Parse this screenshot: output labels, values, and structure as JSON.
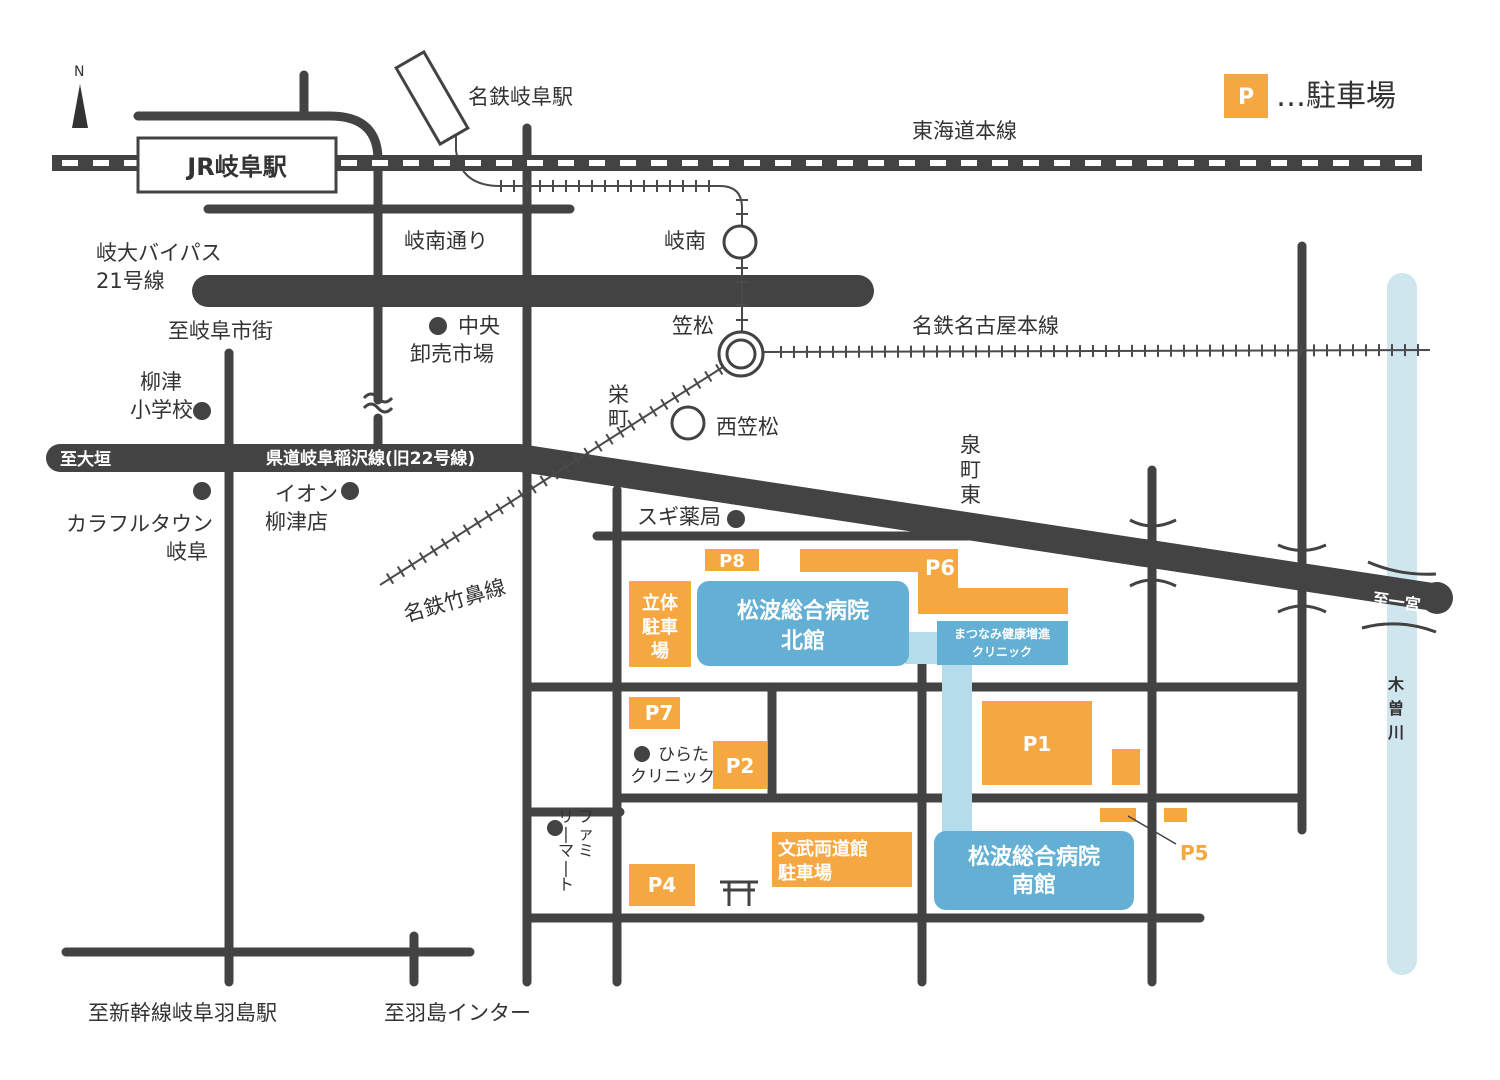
{
  "north": "N",
  "legend": {
    "badge": "P",
    "text": "…駐車場"
  },
  "stations": {
    "jr_gifu": "JR岐阜駅",
    "meitetsu_gifu": "名鉄岐阜駅",
    "ginan": "岐南",
    "kasamatsu": "笠松",
    "nishi_kasamatsu": "西笠松",
    "sakaemachi": "栄\n町"
  },
  "rail_lines": {
    "tokaido": "東海道本線",
    "nagoya_honsen": "名鉄名古屋本線",
    "takehana": "名鉄竹鼻線"
  },
  "roads": {
    "ginan_dori": "岐南通り",
    "bypass": "岐大バイパス\n21号線",
    "to_gifu_city": "至岐阜市街",
    "to_ogaki": "至大垣",
    "prefectural": "県道岐阜稲沢線(旧22号線)",
    "to_ichinomiya": "至一宮",
    "to_shinkansen": "至新幹線岐阜羽島駅",
    "to_hashima_ic": "至羽島インター",
    "izumimachi_higashi": "泉\n町\n東"
  },
  "landmarks": {
    "market": "中央\n卸売市場",
    "school": "柳津\n小学校",
    "colorful_town": "カラフルタウン\n岐阜",
    "aeon": "イオン\n柳津店",
    "sugi": "スギ薬局",
    "hirata": "ひらた\nクリニック",
    "family_mart": "ファミリーマート",
    "river": "木\n曽\n川"
  },
  "buildings": {
    "north": "松波総合病院\n北館",
    "south": "松波総合病院\n南館",
    "clinic": "まつなみ健康増進\nクリニック"
  },
  "parking": {
    "p1": "P1",
    "p2": "P2",
    "p4": "P4",
    "p5": "P5",
    "p6": "P6",
    "p7": "P7",
    "p8": "P8",
    "multistory": "立体\n駐車\n場",
    "bunbu": "文武両道館\n駐車場"
  },
  "colors": {
    "road": "#434343",
    "parking": "#f5a742",
    "hospital": "#63b0d4",
    "connector": "#b4dcea",
    "river": "#cfe6ef"
  }
}
